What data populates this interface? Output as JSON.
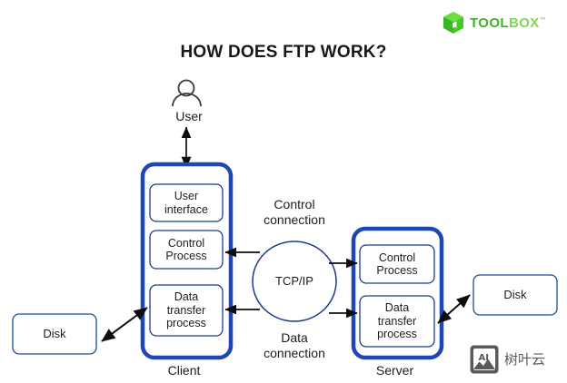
{
  "brand": {
    "icon": "cube-icon",
    "name_primary": "TOOL",
    "name_secondary": "BOX",
    "trademark": "™",
    "color_primary": "#3bb521",
    "color_secondary": "#7fd94e"
  },
  "title": "HOW DOES FTP WORK?",
  "colors": {
    "outer_box_border": "#1f46b5",
    "inner_box_border": "#1b3c86",
    "disk_box_border": "#1b4f9c",
    "circle_border": "#1b3c86",
    "arrow": "#0d0d0d",
    "text": "#1d1d1f"
  },
  "diagram": {
    "user": {
      "icon": "user-icon",
      "label": "User"
    },
    "client": {
      "label": "Client",
      "boxes": [
        {
          "name": "user-interface",
          "label": "User\ninterface"
        },
        {
          "name": "control-process",
          "label": "Control\nProcess"
        },
        {
          "name": "data-transfer-process",
          "label": "Data\ntransfer\nprocess"
        }
      ]
    },
    "server": {
      "label": "Server",
      "boxes": [
        {
          "name": "control-process",
          "label": "Control\nProcess"
        },
        {
          "name": "data-transfer-process",
          "label": "Data\ntransfer\nprocess"
        }
      ]
    },
    "network": {
      "label": "TCP/IP",
      "control_connection": "Control\nconnection",
      "data_connection": "Data\nconnection"
    },
    "disks": [
      {
        "name": "client-disk",
        "label": "Disk"
      },
      {
        "name": "server-disk",
        "label": "Disk"
      }
    ]
  },
  "watermark": {
    "icon": "ai-image-icon",
    "icon_text": "AI",
    "text": "树叶云"
  }
}
